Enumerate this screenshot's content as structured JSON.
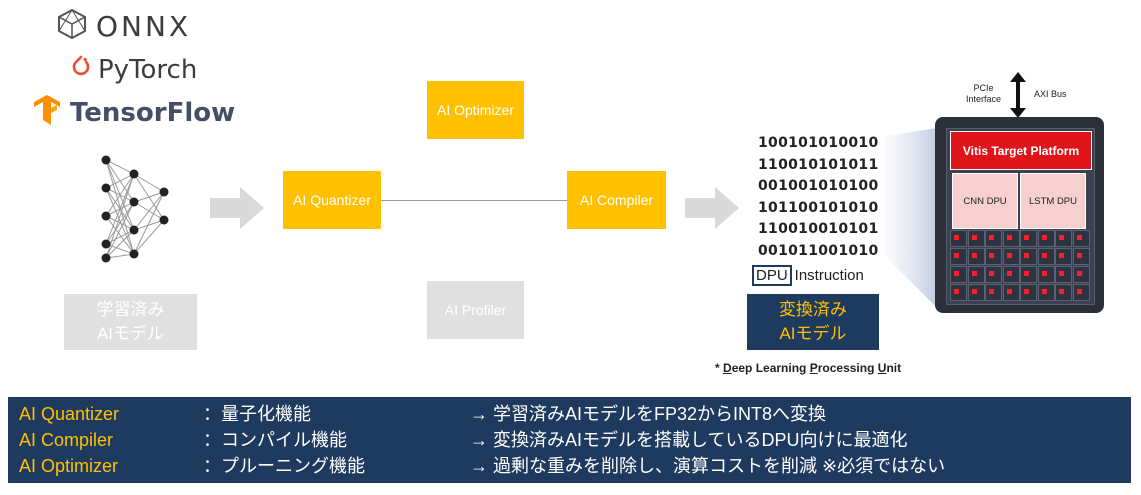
{
  "frameworks": {
    "onnx": "ONNX",
    "pytorch": "PyTorch",
    "tensorflow": "TensorFlow"
  },
  "trained_model": {
    "line1": "学習済み",
    "line2": "AIモデル"
  },
  "tools": {
    "optimizer": "AI Optimizer",
    "quantizer": "AI Quantizer",
    "compiler": "AI Compiler",
    "profiler": "AI Profiler"
  },
  "binary_lines": [
    "100101010010",
    "110010101011",
    "001001010100",
    "101100101010",
    "110010010101",
    "001011001010"
  ],
  "dpu_instruction": {
    "boxed": "DPU",
    "rest": "Instruction"
  },
  "converted_model": {
    "line1": "変換済み",
    "line2": "AIモデル"
  },
  "footnote": {
    "prefix": "* ",
    "d": "D",
    "d_rest": "eep Learning ",
    "p": "P",
    "p_rest": "rocessing ",
    "u": "U",
    "u_rest": "nit"
  },
  "chip": {
    "pcie_line1": "PCIe",
    "pcie_line2": "Interface",
    "axi": "AXI Bus",
    "platform": "Vitis Target Platform",
    "cnn": "CNN DPU",
    "lstm": "LSTM DPU"
  },
  "legend": [
    {
      "name": "AI Quantizer",
      "func": "：量子化機能",
      "desc": "→ 学習済みAIモデルをFP32からINT8へ変換"
    },
    {
      "name": "AI Compiler",
      "func": "：コンパイル機能",
      "desc": "→ 変換済みAIモデルを搭載しているDPU向けに最適化"
    },
    {
      "name": "AI Optimizer",
      "func": "：プルーニング機能",
      "desc": "→ 過剰な重みを削除し、演算コストを削減 ※必須ではない"
    }
  ],
  "colors": {
    "accent_yellow": "#ffc000",
    "navy": "#1f3a5f",
    "grey": "#e0e0e0",
    "red": "#e0151c"
  }
}
